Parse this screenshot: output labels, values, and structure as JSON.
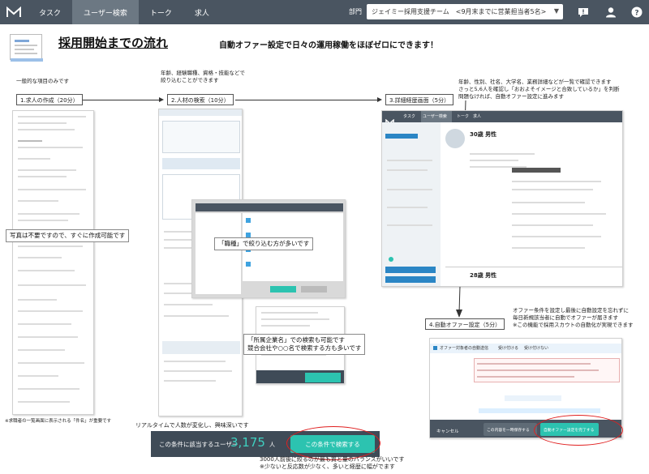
{
  "nav": {
    "tabs": [
      "タスク",
      "ユーザー検索",
      "トーク",
      "求人"
    ],
    "active_index": 1,
    "dept_label": "部門",
    "dept_value": "ジェイミー採用支援チーム　<9月末までに営業担当者5名>"
  },
  "header": {
    "title": "採用開始までの流れ",
    "subtitle": "自動オファー設定で日々の運用稼働をほぼゼロにできます！"
  },
  "steps": [
    {
      "label": "1.求人の作成（20分）",
      "note": "一般的な項目のみです"
    },
    {
      "label": "2.人材の検索（10分）",
      "note": "年齢、経験職種、資格・技能などで\n絞り込むことができます"
    },
    {
      "label": "3.詳細経歴画面（5分）",
      "note": "年齢、性別、社名、大学名、業務詳細などが一覧で確認できます\nさっと5,6人を確認し「おおよそイメージと合致しているか」を判断\n問題なければ、自動オファー設定に進みます"
    },
    {
      "label": "4.自動オファー設定（5分）",
      "note": "オファー条件を設定し最後に自動設定を忘れずに\n毎日新規該当者に自動でオファーが届きます\n※この機能で採用スカウトの自動化が実現できます"
    }
  ],
  "callouts": {
    "photo": "写真は不要ですので、すぐに作成可能です",
    "occupation": "「職種」で絞り込む方が多いです",
    "company": "「所属企業名」での検索も可能です\n競合会社や○○名で検索する方も多いです",
    "realtime": "リアルタイムで人数が変化し、興味深いです",
    "balance": "3000人前後に絞るのが最も質と量のバランスがいいです\n※少ないと反応数が少なく、多いと経歴に幅がでます",
    "footnote": "※求職者の一覧画面に表示される「件名」が重要です"
  },
  "search_bar": {
    "label": "この条件に該当するユーザー",
    "count": "3,175",
    "unit": "人",
    "button": "この条件で検索する"
  },
  "detail": {
    "candidate1": "30歳 男性",
    "candidate2": "28歳 男性",
    "nav_tabs": [
      "タスク",
      "ユーザー検索",
      "トーク",
      "求人"
    ]
  },
  "auto_offer": {
    "toggle_label": "オファー対象者の自動送信",
    "option_on": "受け付ける",
    "option_off": "受け付けない",
    "cancel": "キャンセル",
    "save": "この内容を一時保存する",
    "complete": "自動オファー設定を完了する"
  }
}
